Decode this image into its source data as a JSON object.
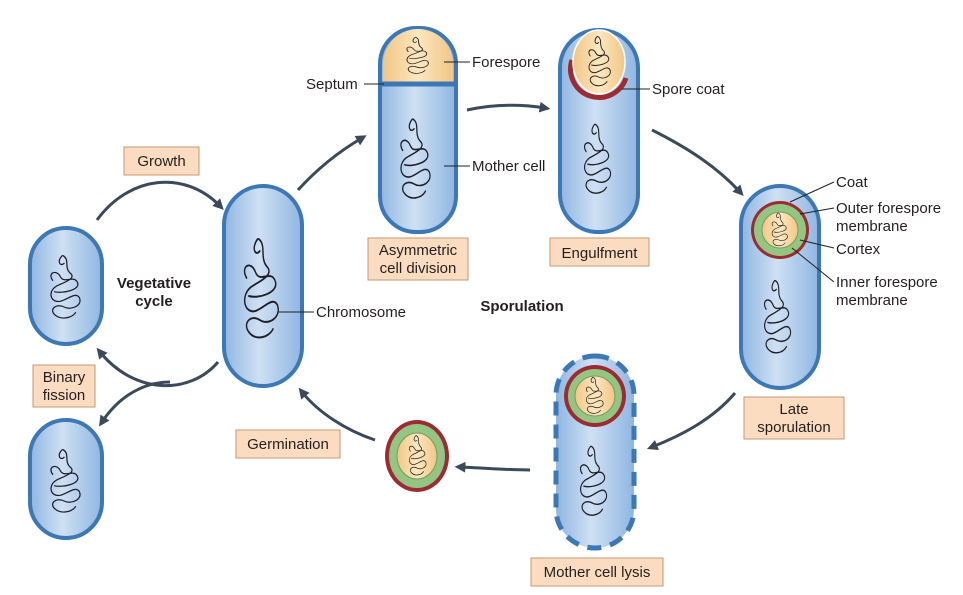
{
  "colors": {
    "cell_outline": "#3d78b5",
    "cell_fill": "#aac9ea",
    "forespore_fill": "#f4cf90",
    "cortex_green": "#93c583",
    "coat_red": "#9c2c32",
    "label_box_fill": "#fbdcc0",
    "arrow": "#3b4a5a"
  },
  "labels": {
    "growth": "Growth",
    "vegetative_cycle_l1": "Vegetative",
    "vegetative_cycle_l2": "cycle",
    "binary_fission_l1": "Binary",
    "binary_fission_l2": "fission",
    "chromosome": "Chromosome",
    "septum": "Septum",
    "forespore": "Forespore",
    "mother_cell": "Mother cell",
    "asymmetric_l1": "Asymmetric",
    "asymmetric_l2": "cell division",
    "spore_coat": "Spore coat",
    "engulfment": "Engulfment",
    "sporulation": "Sporulation",
    "coat": "Coat",
    "outer_membrane_l1": "Outer forespore",
    "outer_membrane_l2": "membrane",
    "cortex": "Cortex",
    "inner_membrane_l1": "Inner forespore",
    "inner_membrane_l2": "membrane",
    "late_sporulation_l1": "Late",
    "late_sporulation_l2": "sporulation",
    "mother_cell_lysis": "Mother cell lysis",
    "germination": "Germination"
  }
}
